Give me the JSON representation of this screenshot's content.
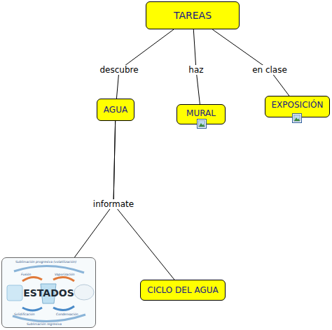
{
  "diagram": {
    "nodes": [
      {
        "text": [
          "TAREAS"
        ]
      },
      {
        "text": [
          "AGUA"
        ]
      },
      {
        "text": [
          "MURAL"
        ]
      },
      {
        "text": [
          "EXPOSICIÓN"
        ]
      },
      {
        "text": [
          "ESTADOS"
        ]
      },
      {
        "text": [
          "CICLO DEL AGUA"
        ]
      }
    ],
    "edges": [
      {
        "from": 0,
        "to": 1,
        "arrow": "none",
        "label": "descubre"
      },
      {
        "from": 0,
        "to": 2,
        "arrow": "none",
        "label": "haz"
      },
      {
        "from": 0,
        "to": 3,
        "arrow": "none",
        "label": "en clase"
      },
      {
        "from": 1,
        "to": 4,
        "arrow": "none",
        "label": "informate"
      },
      {
        "from": 1,
        "to": 5,
        "arrow": "none"
      }
    ],
    "labels": [
      "Sublimación progresiva (volatilización)",
      "Fusión",
      "Vaporización",
      "Solidificación",
      "Condensación",
      "Sublimación regresiva"
    ]
  }
}
